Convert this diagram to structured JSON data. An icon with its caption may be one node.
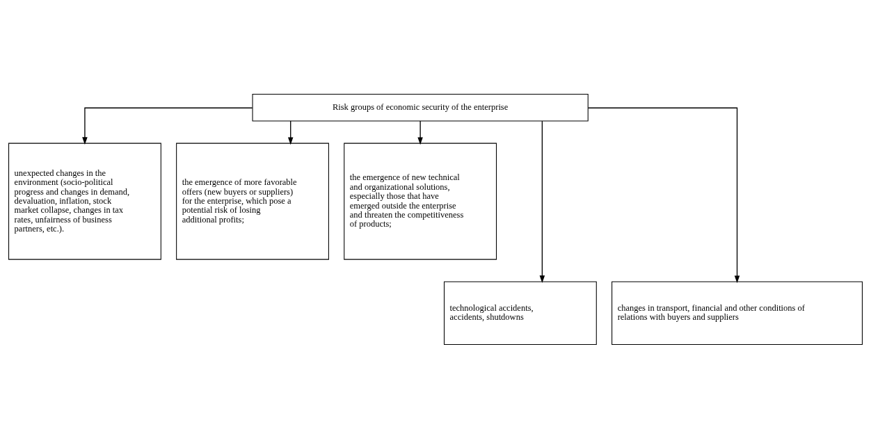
{
  "diagram": {
    "nodes": [
      {
        "text": [
          "Risk groups of economic security of the enterprise"
        ]
      },
      {
        "text": [
          "unexpected changes in the environment (socio-political progress and changes in demand, devaluation, inflation, stock market collapse, changes in tax rates, unfairness of business partners, etc.)."
        ]
      },
      {
        "text": [
          "the emergence of more favorable offers (new buyers or suppliers) for the enterprise, which pose a potential risk of losing additional profits;"
        ]
      },
      {
        "text": [
          "the emergence of new technical and organizational solutions, especially those that have emerged outside the enterprise and threaten the competitiveness of products;"
        ]
      },
      {
        "text": [
          "technological accidents, accidents, shutdowns"
        ]
      },
      {
        "text": [
          "changes in transport, financial and other conditions of relations with buyers and suppliers"
        ]
      }
    ],
    "edges": [
      {
        "from": 0,
        "to": 1,
        "arrow": "to"
      },
      {
        "from": 0,
        "to": 4,
        "arrow": "to"
      },
      {
        "from": 0,
        "to": 2,
        "arrow": "to"
      },
      {
        "from": 0,
        "to": 5,
        "arrow": "to"
      },
      {
        "from": 0,
        "to": 3,
        "arrow": "to"
      }
    ]
  }
}
